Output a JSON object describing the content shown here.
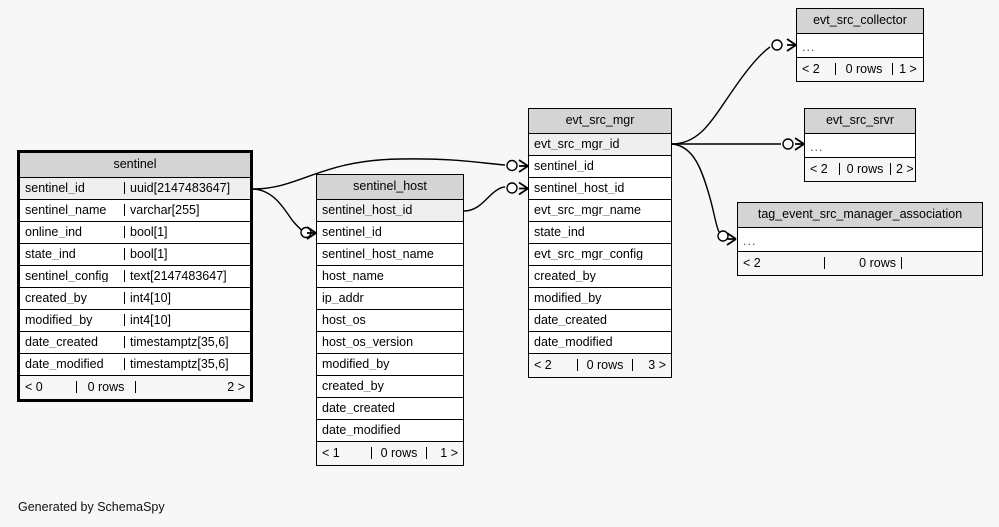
{
  "diagram": {
    "background_color": "#f7f7f7",
    "line_color": "#000000",
    "header_fill": "#d4d4d4",
    "pk_row_fill": "#efefef",
    "row_fill": "#ffffff",
    "footer_fill": "#f6f6f6",
    "credit": "Generated by SchemaSpy"
  },
  "tables": {
    "sentinel": {
      "name": "sentinel",
      "focal": true,
      "columns": [
        {
          "name": "sentinel_id",
          "type": "uuid[2147483647]",
          "pk": true
        },
        {
          "name": "sentinel_name",
          "type": "varchar[255]",
          "pk": false
        },
        {
          "name": "online_ind",
          "type": "bool[1]",
          "pk": false
        },
        {
          "name": "state_ind",
          "type": "bool[1]",
          "pk": false
        },
        {
          "name": "sentinel_config",
          "type": "text[2147483647]",
          "pk": false
        },
        {
          "name": "created_by",
          "type": "int4[10]",
          "pk": false
        },
        {
          "name": "modified_by",
          "type": "int4[10]",
          "pk": false
        },
        {
          "name": "date_created",
          "type": "timestamptz[35,6]",
          "pk": false
        },
        {
          "name": "date_modified",
          "type": "timestamptz[35,6]",
          "pk": false
        }
      ],
      "footer": {
        "left": "< 0",
        "middle": "0 rows",
        "right": "2 >"
      }
    },
    "sentinel_host": {
      "name": "sentinel_host",
      "focal": false,
      "columns": [
        {
          "name": "sentinel_host_id",
          "type": "",
          "pk": true
        },
        {
          "name": "sentinel_id",
          "type": "",
          "pk": false
        },
        {
          "name": "sentinel_host_name",
          "type": "",
          "pk": false
        },
        {
          "name": "host_name",
          "type": "",
          "pk": false
        },
        {
          "name": "ip_addr",
          "type": "",
          "pk": false
        },
        {
          "name": "host_os",
          "type": "",
          "pk": false
        },
        {
          "name": "host_os_version",
          "type": "",
          "pk": false
        },
        {
          "name": "modified_by",
          "type": "",
          "pk": false
        },
        {
          "name": "created_by",
          "type": "",
          "pk": false
        },
        {
          "name": "date_created",
          "type": "",
          "pk": false
        },
        {
          "name": "date_modified",
          "type": "",
          "pk": false
        }
      ],
      "footer": {
        "left": "< 1",
        "middle": "0 rows",
        "right": "1 >"
      }
    },
    "evt_src_mgr": {
      "name": "evt_src_mgr",
      "focal": false,
      "columns": [
        {
          "name": "evt_src_mgr_id",
          "type": "",
          "pk": true
        },
        {
          "name": "sentinel_id",
          "type": "",
          "pk": false
        },
        {
          "name": "sentinel_host_id",
          "type": "",
          "pk": false
        },
        {
          "name": "evt_src_mgr_name",
          "type": "",
          "pk": false
        },
        {
          "name": "state_ind",
          "type": "",
          "pk": false
        },
        {
          "name": "evt_src_mgr_config",
          "type": "",
          "pk": false
        },
        {
          "name": "created_by",
          "type": "",
          "pk": false
        },
        {
          "name": "modified_by",
          "type": "",
          "pk": false
        },
        {
          "name": "date_created",
          "type": "",
          "pk": false
        },
        {
          "name": "date_modified",
          "type": "",
          "pk": false
        }
      ],
      "footer": {
        "left": "< 2",
        "middle": "0 rows",
        "right": "3 >"
      }
    },
    "evt_src_collector": {
      "name": "evt_src_collector",
      "focal": false,
      "collapsed_label": "...",
      "footer": {
        "left": "< 2",
        "middle": "0 rows",
        "right": "1 >"
      }
    },
    "evt_src_srvr": {
      "name": "evt_src_srvr",
      "focal": false,
      "collapsed_label": "...",
      "footer": {
        "left": "< 2",
        "middle": "0 rows",
        "right": "2 >"
      }
    },
    "tag_event_src_manager_association": {
      "name": "tag_event_src_manager_association",
      "focal": false,
      "collapsed_label": "...",
      "footer": {
        "left": "< 2",
        "middle": "0 rows",
        "right": ""
      }
    }
  },
  "relationships": [
    {
      "from": "sentinel.sentinel_id",
      "to": "evt_src_mgr.sentinel_id"
    },
    {
      "from": "sentinel.sentinel_id",
      "to": "sentinel_host.sentinel_id"
    },
    {
      "from": "sentinel_host.sentinel_host_id",
      "to": "evt_src_mgr.sentinel_host_id"
    },
    {
      "from": "evt_src_mgr.evt_src_mgr_id",
      "to": "evt_src_collector"
    },
    {
      "from": "evt_src_mgr.evt_src_mgr_id",
      "to": "evt_src_srvr"
    },
    {
      "from": "evt_src_mgr.evt_src_mgr_id",
      "to": "tag_event_src_manager_association"
    }
  ]
}
